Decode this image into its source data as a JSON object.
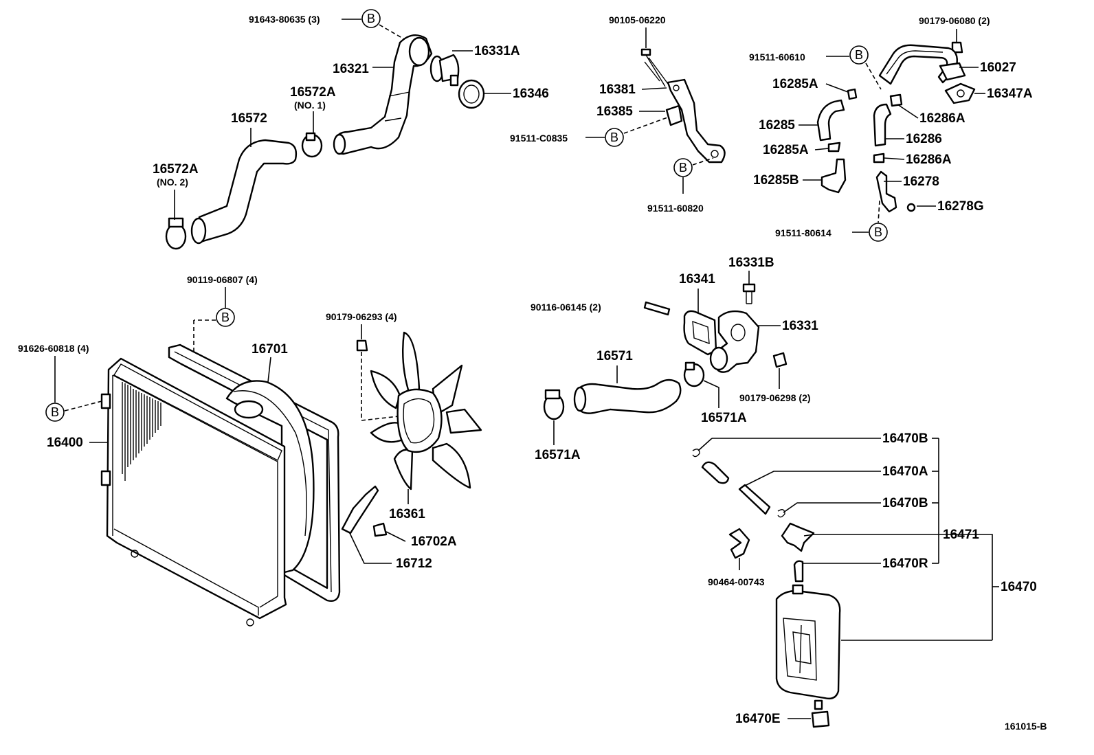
{
  "diagram_id": "161015-B",
  "ref_mark": "B",
  "labels": {
    "p91643_80635": "91643-80635 (3)",
    "p16321": "16321",
    "p16331A": "16331A",
    "p16346": "16346",
    "p16572": "16572",
    "p16572A_no1": "16572A",
    "no1": "(NO. 1)",
    "p16572A_no2": "16572A",
    "no2": "(NO. 2)",
    "p90105_06220": "90105-06220",
    "p16381": "16381",
    "p16385": "16385",
    "p91511_C0835": "91511-C0835",
    "p91511_60820": "91511-60820",
    "p90179_06080": "90179-06080 (2)",
    "p91511_60610": "91511-60610",
    "p16027": "16027",
    "p16285A_a": "16285A",
    "p16347A": "16347A",
    "p16286A_a": "16286A",
    "p16285": "16285",
    "p16286": "16286",
    "p16285A_b": "16285A",
    "p16286A_b": "16286A",
    "p16285B": "16285B",
    "p16278": "16278",
    "p16278G": "16278G",
    "p91511_80614": "91511-80614",
    "p90119_06807": "90119-06807 (4)",
    "p90179_06293": "90179-06293 (4)",
    "p91626_60818": "91626-60818 (4)",
    "p16701": "16701",
    "p16400": "16400",
    "p16361": "16361",
    "p16702A": "16702A",
    "p16712": "16712",
    "p16331B": "16331B",
    "p16341": "16341",
    "p90116_06145": "90116-06145 (2)",
    "p16331": "16331",
    "p16571": "16571",
    "p90179_06298": "90179-06298 (2)",
    "p16571A_a": "16571A",
    "p16571A_b": "16571A",
    "p16470B_a": "16470B",
    "p16470A": "16470A",
    "p16470B_b": "16470B",
    "p16471": "16471",
    "p16470R": "16470R",
    "p90464_00743": "90464-00743",
    "p16470": "16470",
    "p16470E": "16470E"
  }
}
